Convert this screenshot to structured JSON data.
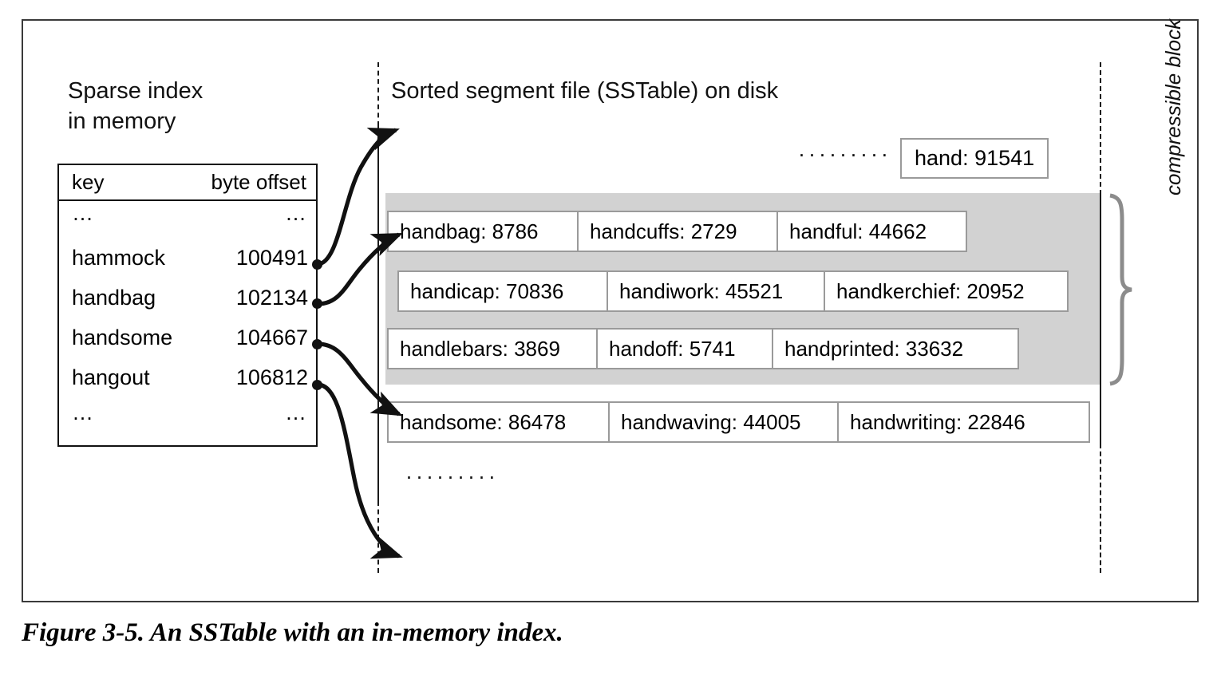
{
  "figure": {
    "caption": "Figure 3-5. An SSTable with an in-memory index.",
    "left_heading_line1": "Sparse index",
    "left_heading_line2": "in memory",
    "right_heading": "Sorted segment file (SSTable) on disk",
    "compressible_label": "compressible block"
  },
  "sparse_index": {
    "columns": {
      "key": "key",
      "offset": "byte offset"
    },
    "rows": [
      {
        "key": "…",
        "offset": "…"
      },
      {
        "key": "hammock",
        "offset": "100491"
      },
      {
        "key": "handbag",
        "offset": "102134"
      },
      {
        "key": "handsome",
        "offset": "104667"
      },
      {
        "key": "hangout",
        "offset": "106812"
      },
      {
        "key": "…",
        "offset": "…"
      }
    ]
  },
  "sstable": {
    "top_ellipsis": "·········",
    "bottom_ellipsis": "·········",
    "standalone_entry": "hand: 91541",
    "rows": [
      {
        "cells": [
          "handbag: 8786",
          "handcuffs: 2729",
          "handful: 44662"
        ]
      },
      {
        "cells": [
          "handicap: 70836",
          "handiwork: 45521",
          "handkerchief: 20952"
        ]
      },
      {
        "cells": [
          "handlebars: 3869",
          "handoff: 5741",
          "handprinted: 33632"
        ]
      },
      {
        "cells": [
          "handsome: 86478",
          "handwaving: 44005",
          "handwriting: 22846"
        ]
      }
    ]
  },
  "colors": {
    "frame": "#3a3a3a",
    "block_fill": "#d2d2d2",
    "cell_border": "#9a9a9a",
    "ink": "#111111",
    "brace": "#8c8c8c"
  }
}
